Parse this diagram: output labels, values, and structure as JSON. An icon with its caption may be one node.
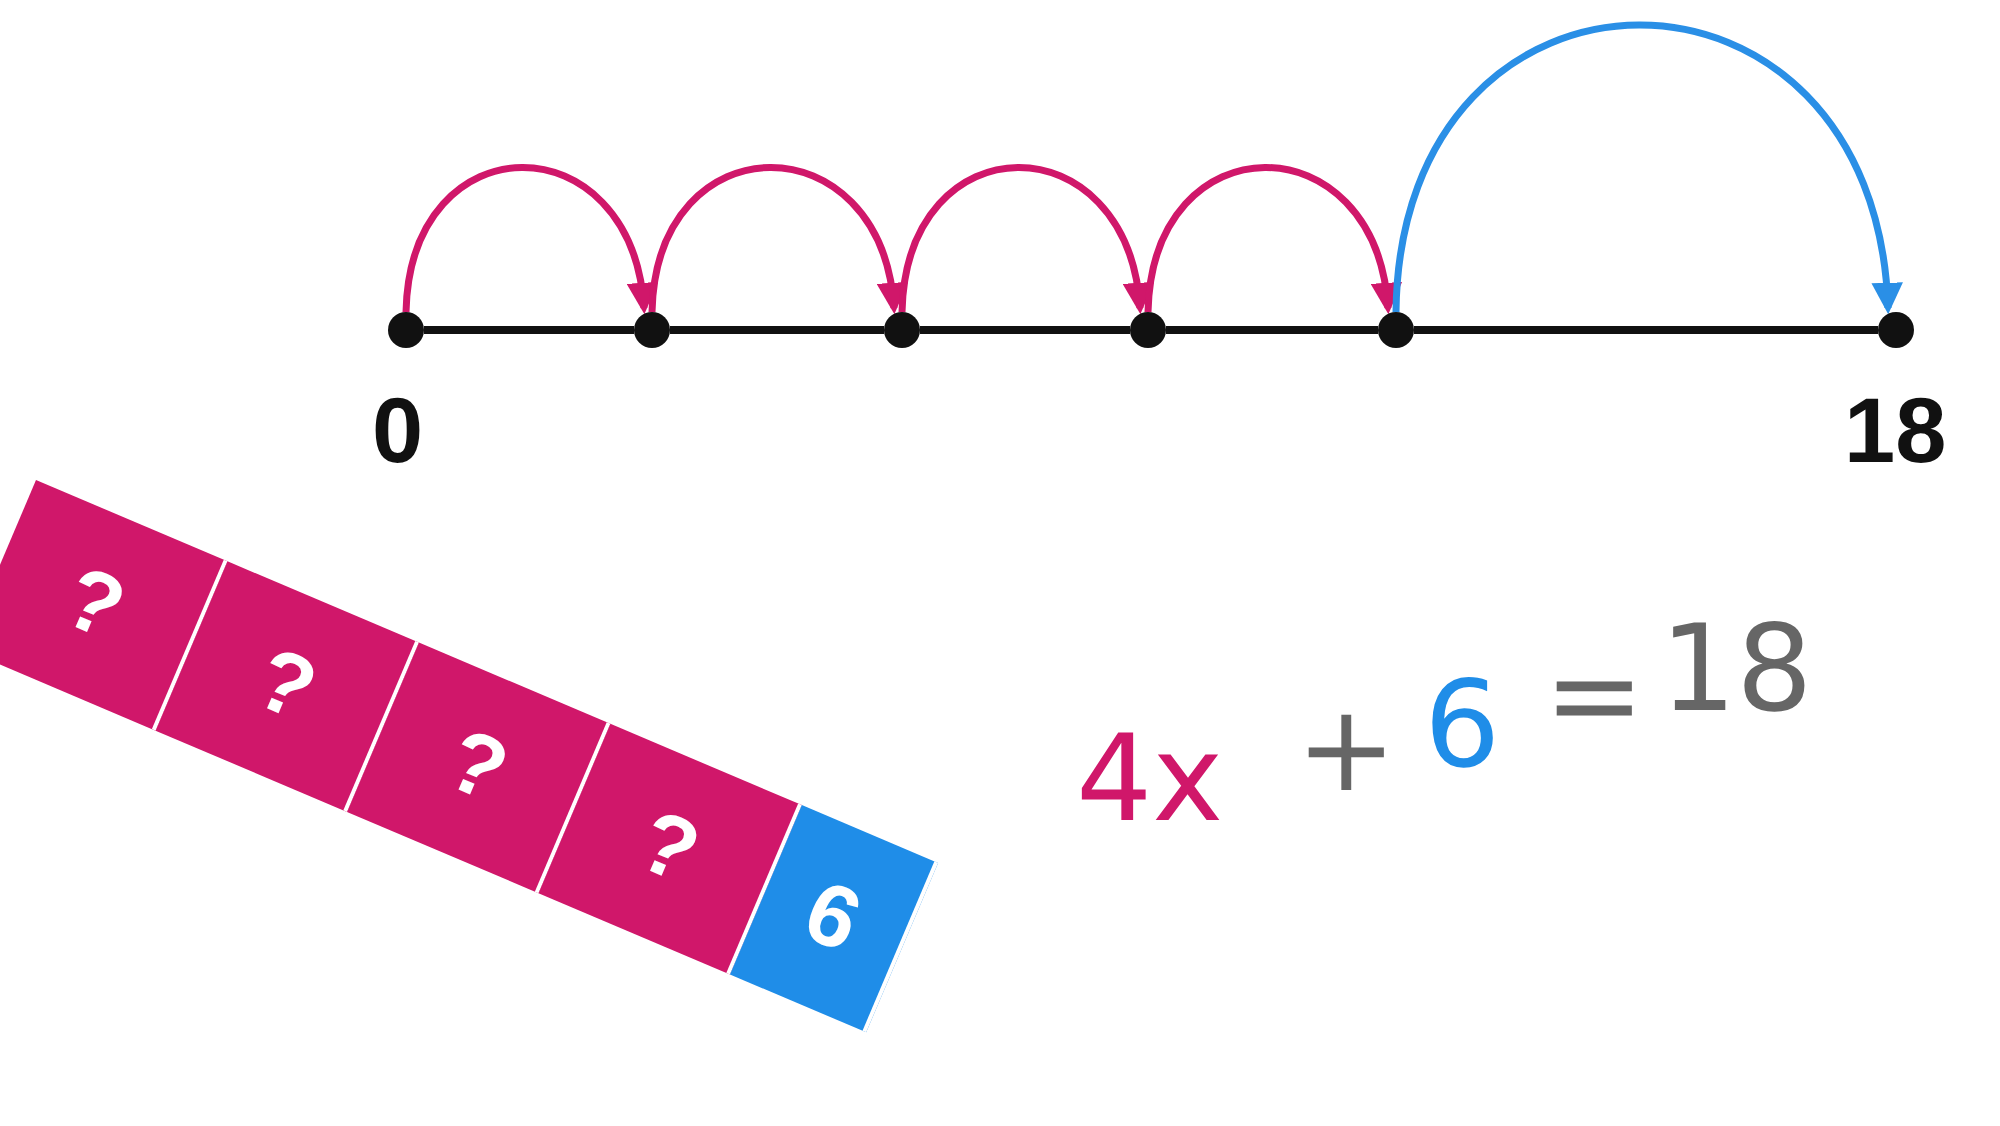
{
  "diagram": {
    "nodes": [
      {
        "text": [],
        "shape": "circle",
        "beside": [
          "0"
        ]
      },
      {
        "text": [],
        "shape": "circle"
      },
      {
        "text": [],
        "shape": "circle"
      },
      {
        "text": [],
        "shape": "circle"
      },
      {
        "text": [],
        "shape": "circle"
      },
      {
        "text": [],
        "shape": "circle",
        "beside": [
          "18"
        ]
      },
      {
        "text": [
          "?"
        ]
      },
      {
        "text": [
          "?"
        ]
      },
      {
        "text": [
          "?"
        ]
      },
      {
        "text": [
          "?"
        ]
      },
      {
        "text": [
          "6"
        ]
      }
    ],
    "edges": [
      {
        "from": 0,
        "to": 1,
        "arrow": "none"
      },
      {
        "from": 1,
        "to": 2,
        "arrow": "none"
      },
      {
        "from": 2,
        "to": 3,
        "arrow": "none"
      },
      {
        "from": 3,
        "to": 4,
        "arrow": "none"
      },
      {
        "from": 4,
        "to": 5,
        "arrow": "none"
      },
      {
        "from": 0,
        "to": 1,
        "arrow": "to",
        "color": "#d0176a"
      },
      {
        "from": 1,
        "to": 2,
        "arrow": "to",
        "color": "#d0176a"
      },
      {
        "from": 2,
        "to": 3,
        "arrow": "to",
        "color": "#d0176a"
      },
      {
        "from": 3,
        "to": 4,
        "arrow": "to",
        "color": "#d0176a"
      },
      {
        "from": 4,
        "to": 5,
        "arrow": "to",
        "color": "#2a8fe6"
      }
    ],
    "labels": [
      "4x",
      "+",
      "6",
      "=",
      "18"
    ]
  }
}
